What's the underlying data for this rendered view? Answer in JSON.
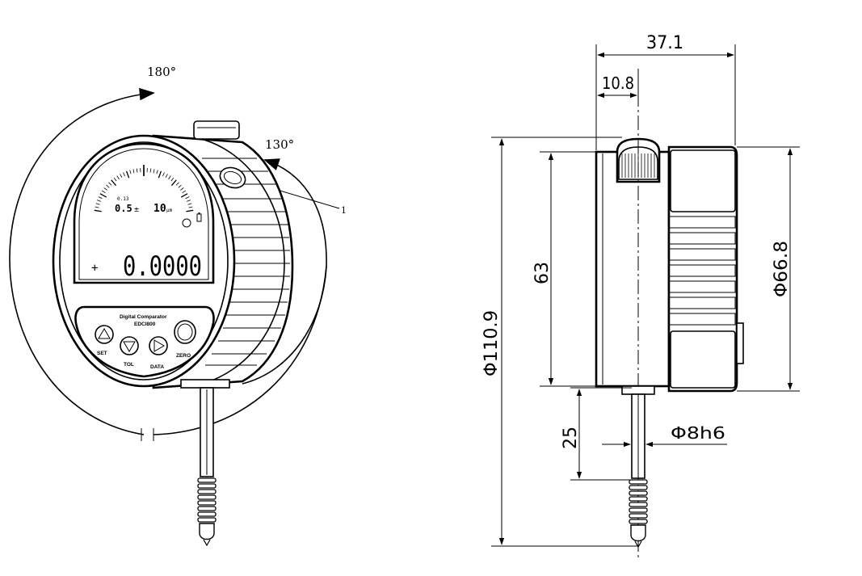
{
  "front_view": {
    "rotation_180": "180°",
    "rotation_130": "130°",
    "callout_number": "1",
    "display": {
      "scale_label": "0.13",
      "resolution_left": "0.5",
      "plus_minus": "±",
      "resolution_right": "10",
      "unit": "μm",
      "reading": "0.0000",
      "sign_symbol": "+"
    },
    "panel": {
      "title_line1": "Digital Comparator",
      "title_line2": "EDCI800",
      "buttons": [
        {
          "label": "SET"
        },
        {
          "label": "TOL"
        },
        {
          "label": "DATA"
        },
        {
          "label": "ZERO"
        }
      ]
    }
  },
  "side_view": {
    "dimensions": {
      "overall_depth": "37.1",
      "offset": "10.8",
      "body_height": "63",
      "bezel_diameter": "Φ66.8",
      "overall_height": "Φ110.9",
      "stem_length": "25",
      "stem_diameter": "Φ8h6"
    }
  }
}
